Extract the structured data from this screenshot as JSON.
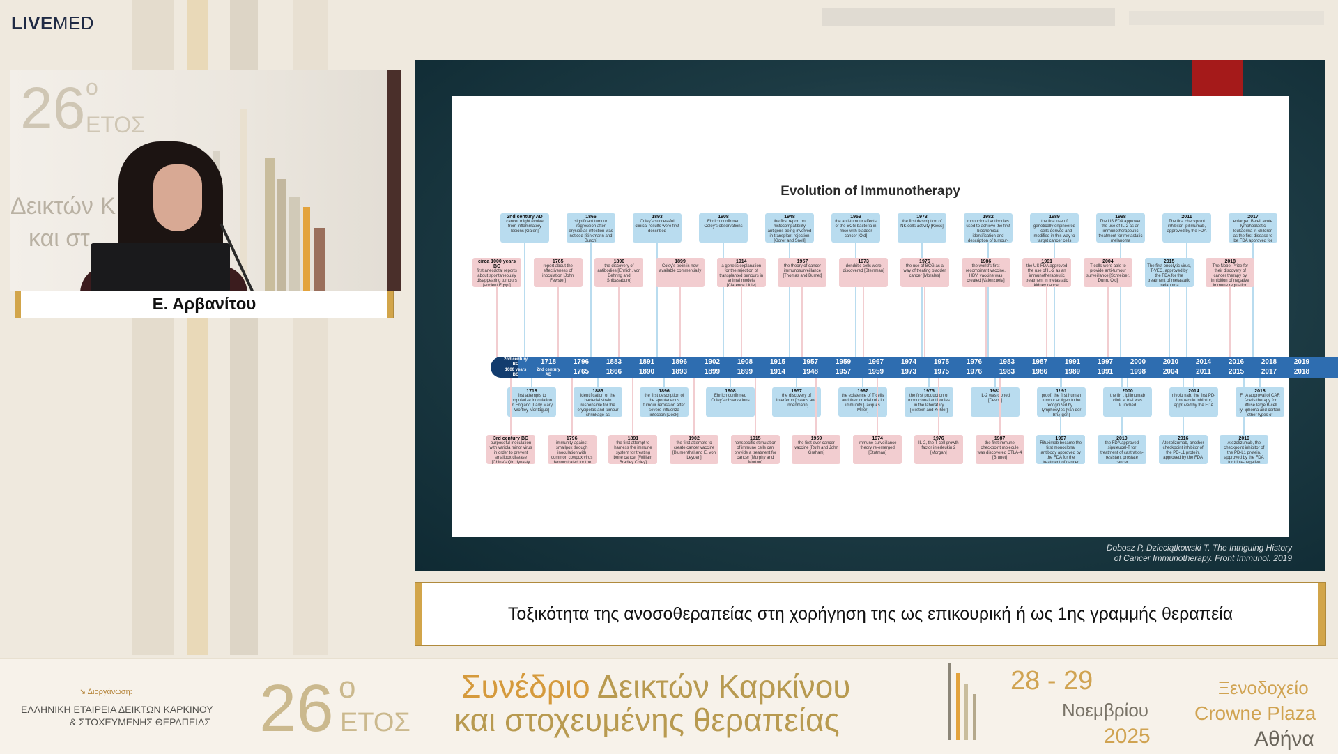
{
  "brand": {
    "live": "LIVE",
    "med": "MED"
  },
  "video": {
    "watermark_number": "26",
    "watermark_degree": "o",
    "watermark_label": "ΕΤΟΣ",
    "background_text_1": "Δεικτών Κ",
    "background_text_2": "και στ"
  },
  "speaker_name": "Ε. Αρβανίτου",
  "slide": {
    "title": "Evolution of Immunotherapy",
    "citation_line1": "Dobosz P, Dzieciątkowski T. The Intriguing History",
    "citation_line2": "of Cancer Immunotherapy. Front Immunol. 2019",
    "timeline_top_years": [
      "2nd century BC",
      "1718",
      "1796",
      "1883",
      "1891",
      "1896",
      "1902",
      "1908",
      "1915",
      "1957",
      "1959",
      "1967",
      "1974",
      "1975",
      "1976",
      "1983",
      "1987",
      "1991",
      "1997",
      "2000",
      "2010",
      "2014",
      "2016",
      "2018",
      "2019"
    ],
    "timeline_bottom_years": [
      "1000 years BC",
      "2nd century AD",
      "1765",
      "1866",
      "1890",
      "1893",
      "1899",
      "1899",
      "1914",
      "1948",
      "1957",
      "1959",
      "1973",
      "1975",
      "1976",
      "1983",
      "1986",
      "1989",
      "1991",
      "1998",
      "2004",
      "2011",
      "2015",
      "2017",
      "2018"
    ],
    "upper_boxes": [
      {
        "year": "2nd century AD",
        "color": "blue",
        "text": "cancer might evolve from inflammatory lesions [Galen]"
      },
      {
        "year": "1866",
        "color": "blue",
        "text": "significant tumour regression after erysipelas infection was noticed [Sinkmann and Busch]"
      },
      {
        "year": "1893",
        "color": "blue",
        "text": "Coley's successful clinical results were first described"
      },
      {
        "year": "1908",
        "color": "blue",
        "text": "Ehrlich confirmed Coley's observations"
      },
      {
        "year": "1948",
        "color": "blue",
        "text": "the first report on histocompatibility antigens being involved in transplant rejection [Gorer and Snell]"
      },
      {
        "year": "1959",
        "color": "blue",
        "text": "the anti-tumour effects of the BCG bacteria in mice with bladder cancer [Old]"
      },
      {
        "year": "1973",
        "color": "blue",
        "text": "the first description of NK cells activity [Kiess]"
      },
      {
        "year": "1982",
        "color": "blue",
        "text": "monoclonal antibodies used to achieve the first biochemical identification and description of tumour-specific antigen"
      },
      {
        "year": "1989",
        "color": "blue",
        "text": "the first use of genetically engineered T cells derived and modified in this way to target cancer cells"
      },
      {
        "year": "1998",
        "color": "blue",
        "text": "The US FDA approved the use of IL-2 as an immunotherapeutic treatment for metastatic melanoma"
      },
      {
        "year": "2011",
        "color": "blue",
        "text": "The first checkpoint inhibitor, ipilimumab, approved by the FDA"
      },
      {
        "year": "2017",
        "color": "blue",
        "text": "enlarged B-cell acute lymphoblastic leukaemia in children as the first disease to be FDA approved for CAR T-cells therapy"
      }
    ],
    "middle_upper_boxes": [
      {
        "year": "circa 1000 years BC",
        "color": "pink",
        "text": "first anecdotal reports about spontaneously disappearing tumours [ancient Egypt]"
      },
      {
        "year": "1765",
        "color": "pink",
        "text": "report about the effectiveness of inoculation [John Fewster]"
      },
      {
        "year": "1890",
        "color": "pink",
        "text": "the discovery of antibodies [Ehrlich, von Behring and Shibasaburo]"
      },
      {
        "year": "1899",
        "color": "pink",
        "text": "Coley's toxin is now available commercially"
      },
      {
        "year": "1914",
        "color": "pink",
        "text": "a genetic explanation for the rejection of transplanted tumours in animal models [Clarence Little]"
      },
      {
        "year": "1957",
        "color": "pink",
        "text": "the theory of cancer immunosurveillance [Thomas and Burnet]"
      },
      {
        "year": "1973",
        "color": "pink",
        "text": "dendritic cells were discovered [Steinman]"
      },
      {
        "year": "1976",
        "color": "pink",
        "text": "the use of BCG as a way of treating bladder cancer [Morales]"
      },
      {
        "year": "1986",
        "color": "pink",
        "text": "the world's first recombinant vaccine, HBV, vaccine was created [Valenzuela]"
      },
      {
        "year": "1991",
        "color": "pink",
        "text": "the US FDA approved the use of IL-2 as an immunotherapeutic treatment in metastatic kidney cancer"
      },
      {
        "year": "2004",
        "color": "pink",
        "text": "T cells were able to provide anti-tumour surveillance [Schreiber, Dunn, Old]"
      },
      {
        "year": "2015",
        "color": "blue",
        "text": "The first oncolytic virus, T-VEC, approved by the FDA for the treatment of metastatic melanoma"
      },
      {
        "year": "2018",
        "color": "pink",
        "text": "The Nobel Prize for their discovery of cancer therapy by inhibition of negative immune regulation [James P. Allison and Tasuku Honjo]"
      }
    ],
    "middle_lower_boxes": [
      {
        "year": "1718",
        "color": "blue",
        "text": "first attempts to popularize inoculation in England [Lady Mary Wortley Montague]"
      },
      {
        "year": "1883",
        "color": "blue",
        "text": "identification of the bacterial strain responsible for the erysipelas and tumour shrinkage as Streptococcus pyogenes [Fehleisen]"
      },
      {
        "year": "1896",
        "color": "blue",
        "text": "the first description of the spontaneous tumour remission after severe influenza infection [Dock]"
      },
      {
        "year": "1908",
        "color": "blue",
        "text": "Ehrlich confirmed Coley's observations"
      },
      {
        "year": "1957",
        "color": "blue",
        "text": "the discovery of interferon [Isaacs and Lindenmann]"
      },
      {
        "year": "1967",
        "color": "blue",
        "text": "the existence of T cells and their crucial role in immunity [Jacques Miller]"
      },
      {
        "year": "1975",
        "color": "blue",
        "text": "the first production of monoclonal antibodies in the laboratory [Milstein and Köhler]"
      },
      {
        "year": "1983",
        "color": "blue",
        "text": "IL-2 was cloned [Devos]"
      },
      {
        "year": "1991",
        "color": "blue",
        "text": "proof: the first human tumour antigen to be recognized by T lymphocytes [van der Bruggen]"
      },
      {
        "year": "2000",
        "color": "blue",
        "text": "the first ipilimumab clinical trial was launched"
      },
      {
        "year": "2014",
        "color": "blue",
        "text": "nivolumab, the first PD-1 molecule inhibitor, approved by the FDA"
      },
      {
        "year": "2018",
        "color": "blue",
        "text": "FDA approval of CAR T-cells therapy for diffuse large B-cell lymphoma and certain other types of lymphoma"
      }
    ],
    "lower_boxes": [
      {
        "year": "3rd century BC",
        "color": "pink",
        "text": "purposeful inoculation with variola minor virus in order to prevent smallpox disease [China's Qin dynasty period]"
      },
      {
        "year": "1796",
        "color": "pink",
        "text": "immunity against smallpox through inoculation with common cowpox virus demonstrated for the first time [Edward Jenner]"
      },
      {
        "year": "1891",
        "color": "pink",
        "text": "the first attempt to harness the immune system for treating bone cancer [William Bradley Coley]"
      },
      {
        "year": "1902",
        "color": "pink",
        "text": "the first attempts to create cancer vaccine [Blumenthal and E. von Leyden]"
      },
      {
        "year": "1915",
        "color": "pink",
        "text": "nonspecific stimulation of immune cells can provide a treatment for cancer [Murphy and Morton]"
      },
      {
        "year": "1959",
        "color": "pink",
        "text": "the first ever cancer vaccine [Ruth and John Graham]"
      },
      {
        "year": "1974",
        "color": "pink",
        "text": "immune surveillance theory re-emerged [Stutman]"
      },
      {
        "year": "1976",
        "color": "pink",
        "text": "IL-2, the T-cell growth factor interleukin 2 [Morgan]"
      },
      {
        "year": "1987",
        "color": "pink",
        "text": "the first immune checkpoint molecule was discovered CTLA-4 [Brunet]"
      },
      {
        "year": "1997",
        "color": "blue",
        "text": "Rituximab became the first monoclonal antibody approved by the FDA for the treatment of cancer [Nadler]"
      },
      {
        "year": "2010",
        "color": "blue",
        "text": "the FDA approved sipuleucel-T for treatment of castration-resistant prostate cancer"
      },
      {
        "year": "2016",
        "color": "blue",
        "text": "Atezolizumab, another checkpoint inhibitor of the PD-L1 protein, approved by the FDA"
      },
      {
        "year": "2019",
        "color": "blue",
        "text": "Atezolizumab, the checkpoint inhibitor of the PD-L1 protein, approved by the FDA for triple-negative breast cancer treatment"
      }
    ]
  },
  "caption": "Τοξικότητα της ανοσοθεραπείας στη χορήγηση της ως επικουρική ή ως 1ης γραμμής θεραπεία",
  "footer": {
    "organizer_label": "↘ Διοργάνωση:",
    "organizer_line1": "ΕΛΛΗΝΙΚΗ ΕΤΑΙΡΕΙΑ ΔΕΙΚΤΩΝ ΚΑΡΚΙΝΟΥ",
    "organizer_line2": "& ΣΤΟΧΕΥΜΕΝΗΣ ΘΕΡΑΠΕΙΑΣ",
    "edition_number": "26",
    "edition_degree": "o",
    "edition_label": "ΕΤΟΣ",
    "conference_word": "Συνέδριο",
    "conference_line1_rest": " Δεικτών Καρκίνου",
    "conference_line2": "και στοχευμένης θεραπείας",
    "dates": "28 - 29",
    "month": "Νοεμβρίου",
    "year": "2025",
    "venue_line1": "Ξενοδοχείο",
    "venue_line2": "Crowne Plaza",
    "venue_line3": "Αθήνα"
  },
  "colors": {
    "gold": "#d2a54a",
    "slide_bg": "#1c3a43",
    "timeline_blue": "#2e6db0",
    "box_pink": "#f2cdd0",
    "box_blue": "#b9dcef",
    "red_tab": "#a51a1a"
  }
}
